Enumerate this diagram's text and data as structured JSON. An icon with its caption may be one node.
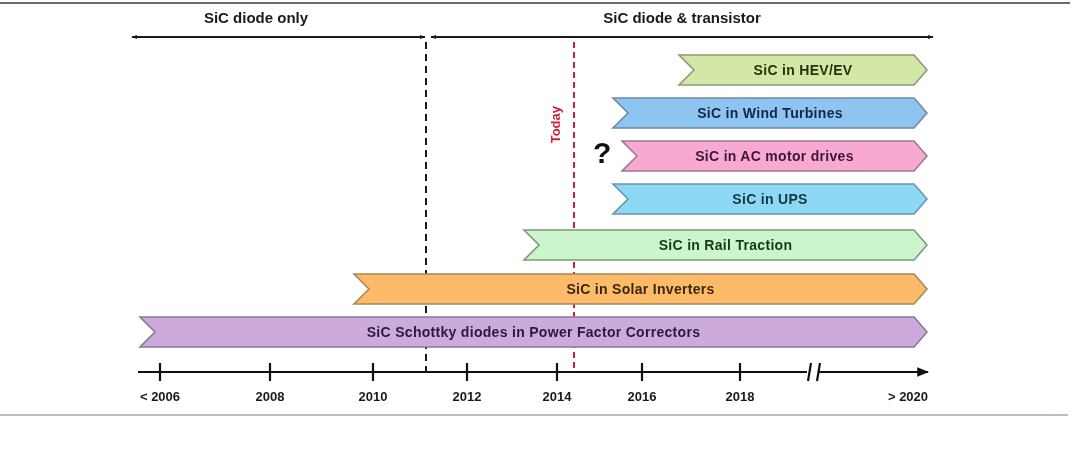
{
  "diagram": {
    "nodes": [
      {
        "text": [
          "SiC in HEV/EV"
        ]
      },
      {
        "text": [
          "SiC in Wind Turbines"
        ]
      },
      {
        "text": [
          "SiC in AC motor drives"
        ],
        "beside": [
          "?"
        ]
      },
      {
        "text": [
          "SiC in UPS"
        ]
      },
      {
        "text": [
          "SiC in Rail Traction"
        ]
      },
      {
        "text": [
          "SiC in Solar Inverters"
        ]
      },
      {
        "text": [
          "SiC Schottky diodes in Power Factor Correctors"
        ]
      }
    ],
    "labels": [
      "SiC diode only",
      "SiC diode & transistor",
      "Today",
      "< 2006",
      "2008",
      "2010",
      "2012",
      "2014",
      "2016",
      "2018",
      "> 2020"
    ]
  }
}
